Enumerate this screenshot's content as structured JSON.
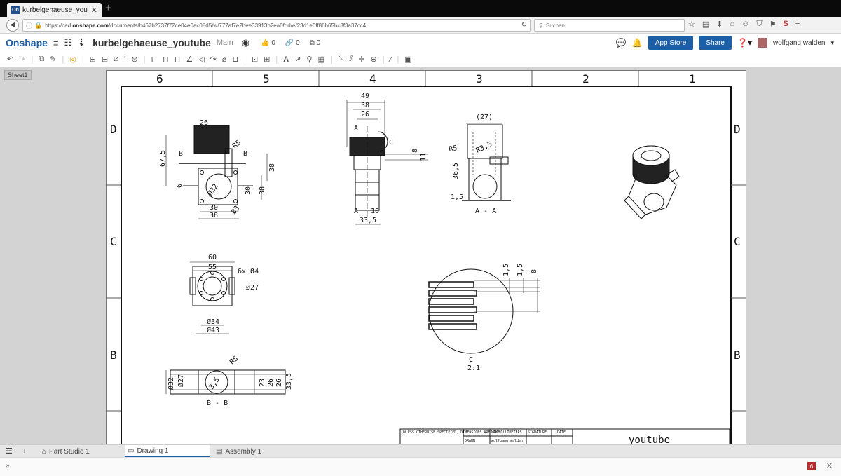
{
  "browser": {
    "tab_title": "kurbelgehaeuse_youtube |...",
    "favicon": "On",
    "url_prefix": "https://cad.",
    "url_domain": "onshape.com",
    "url_rest": "/documents/b467b2737f72ce04e0ac08d5/w/777af7e2bee33913b2ea0fdd/e/23d1e6ff86b65bc8f3a37cc4",
    "search_placeholder": "Suchen"
  },
  "app": {
    "logo": "Onshape",
    "doc_name": "kurbelgehaeuse_youtube",
    "branch": "Main",
    "likes": "0",
    "links": "0",
    "copies": "0",
    "app_store": "App Store",
    "share": "Share",
    "user": "wolfgang walden"
  },
  "sheet": {
    "label": "Sheet1"
  },
  "drawing": {
    "col_labels": [
      "6",
      "5",
      "4",
      "3",
      "2",
      "1"
    ],
    "row_labels": [
      "D",
      "C",
      "B"
    ],
    "dims": {
      "d26": "26",
      "d67": "67,5",
      "r5a": "R5",
      "b1": "B",
      "b2": "B",
      "d38a": "38",
      "d32": "Ø32",
      "d30v": "30",
      "d38v": "38",
      "d6": "6",
      "d30h": "30",
      "d38h": "38",
      "d3": "Ø3",
      "t49": "49",
      "t38": "38",
      "t26": "26",
      "aa1": "A",
      "aa2": "A",
      "cC": "C",
      "d8": "8",
      "d11": "11",
      "d10": "10",
      "d33": "33,5",
      "d27p": "(27)",
      "r5b": "R5",
      "r35": "R3,5",
      "d365": "36,5",
      "d15": "1,5",
      "aaLabel": "A - A",
      "d60": "60",
      "d55": "55",
      "d6x4": "6x Ø4",
      "d27": "Ø27",
      "d34": "Ø34",
      "d43": "Ø43",
      "r5c": "R5",
      "d32b": "Ø32",
      "d27b": "Ø27",
      "d35": "3,5",
      "d23": "23",
      "d26b": "26",
      "d26c": "26",
      "d335": "33,5",
      "bbLabel": "B - B",
      "d15a": "1,5",
      "d15b": "1,5",
      "d8b": "8",
      "detC": "C",
      "detScale": "2:1"
    },
    "title_block": {
      "note": "UNLESS OTHERWISE SPECIFIED, DIMENSIONS ARE IN MILLIMETERS",
      "name": "NAME",
      "signature": "SIGNATURE",
      "date": "DATE",
      "drawn": "DRAWN",
      "drawn_by": "wolfgang walden",
      "title": "youtube"
    }
  },
  "tabs": [
    {
      "label": "Part Studio 1"
    },
    {
      "label": "Drawing 1"
    },
    {
      "label": "Assembly 1"
    }
  ],
  "status": {
    "badge": "6"
  }
}
